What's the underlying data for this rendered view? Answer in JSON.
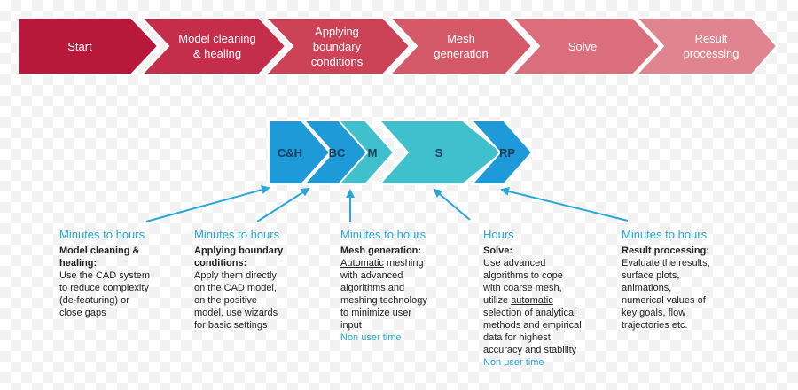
{
  "process": {
    "steps": [
      {
        "label": "Start",
        "color": "#b8183a"
      },
      {
        "label": "Model cleaning\n& healing",
        "color": "#c42e4a"
      },
      {
        "label": "Applying\nboundary\nconditions",
        "color": "#cc4358"
      },
      {
        "label": "Mesh\ngeneration",
        "color": "#d45a69"
      },
      {
        "label": "Solve",
        "color": "#db6e7b"
      },
      {
        "label": "Result\nprocessing",
        "color": "#e0848f"
      }
    ]
  },
  "timeline": {
    "chevrons": [
      {
        "label": "C&H",
        "color": "#1e9ad8"
      },
      {
        "label": "BC",
        "color": "#1e9ad8"
      },
      {
        "label": "M",
        "color": "#3fc0cc"
      },
      {
        "label": "S",
        "color": "#3fc0cc"
      },
      {
        "label": "RP",
        "color": "#1e9ad8"
      }
    ]
  },
  "details": [
    {
      "time": "Minutes to hours",
      "heading": "Model cleaning &\nhealing:",
      "body": "Use the CAD system\nto reduce complexity\n(de-featuring) or\nclose gaps"
    },
    {
      "time": "Minutes to hours",
      "heading": "Applying boundary\nconditions:",
      "body": "Apply them directly\non the CAD model,\non the positive\nmodel, use wizards\nfor basic settings"
    },
    {
      "time": "Minutes to hours",
      "heading": "Mesh generation:",
      "body_pre": "",
      "underline": "Automatic",
      "body": " meshing\nwith advanced\nalgorithms and\nmeshing technology\nto minimize user\ninput",
      "note": "Non user time"
    },
    {
      "time": "Hours",
      "heading": "Solve:",
      "body_pre": "Use advanced\nalgorithms to cope\nwith coarse mesh,\nutilize ",
      "underline": "automatic",
      "body": "\nselection of analytical\nmethods and empirical\ndata for highest\naccuracy and stability",
      "note": "Non user time"
    },
    {
      "time": "Minutes to hours",
      "heading": "Result processing:",
      "body": "Evaluate the results,\nsurface plots,\nanimations,\nnumerical values of\nkey goals, flow\ntrajectories etc."
    }
  ],
  "colors": {
    "accent_blue": "#2aa7d8",
    "arrow_blue": "#2aa7d8"
  }
}
